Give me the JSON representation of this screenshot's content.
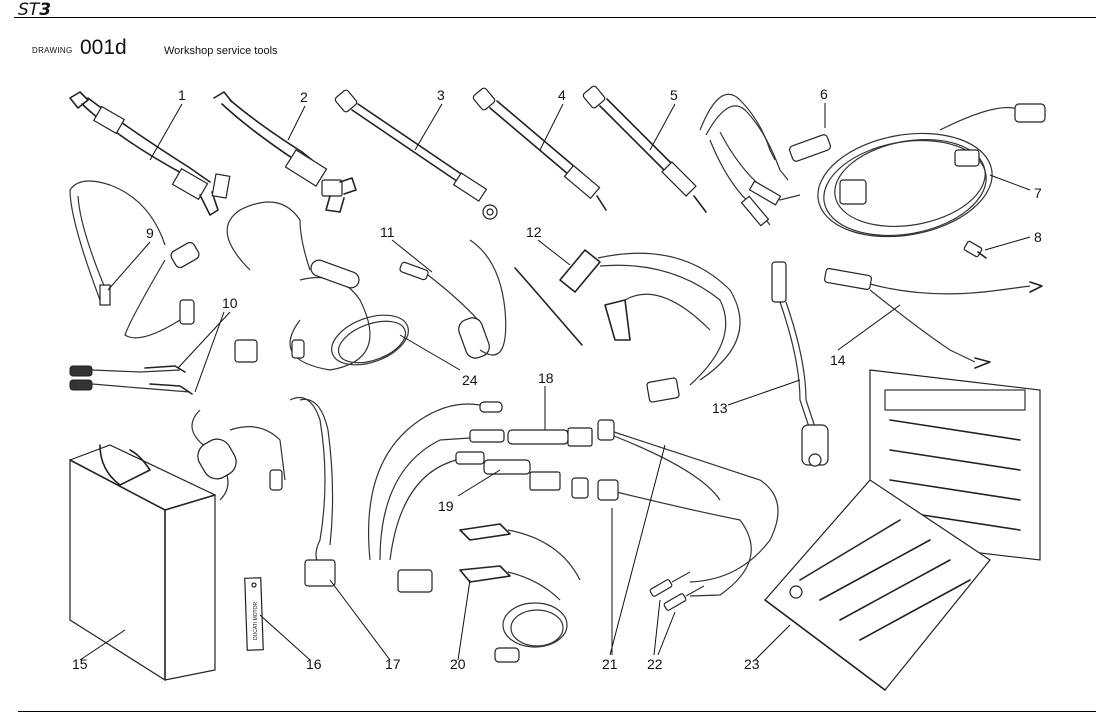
{
  "header": {
    "model_prefix": "ST",
    "model_suffix": "3"
  },
  "drawing": {
    "label": "DRAWING",
    "number": "001d",
    "title": "Workshop service tools"
  },
  "callouts": {
    "c1": "1",
    "c2": "2",
    "c3": "3",
    "c4": "4",
    "c5": "5",
    "c6": "6",
    "c7": "7",
    "c8": "8",
    "c9": "9",
    "c10": "10",
    "c11": "11",
    "c12": "12",
    "c13": "13",
    "c14": "14",
    "c15": "15",
    "c16": "16",
    "c17": "17",
    "c18": "18",
    "c19": "19",
    "c20": "20",
    "c21": "21",
    "c22": "22",
    "c23": "23",
    "c24": "24"
  },
  "tag_text": "DUCATI MOTOR"
}
